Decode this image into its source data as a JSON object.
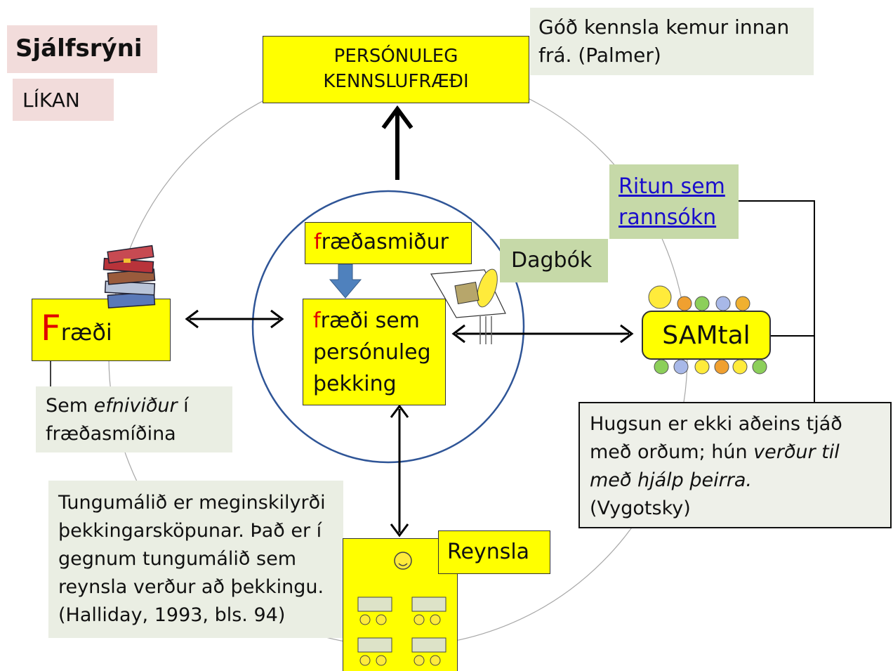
{
  "title": "Sjálfsrýni",
  "subtitle": "LÍKAN",
  "top_box": {
    "line1": "PERSÓNULEG",
    "line2": "KENNSLUFRÆÐI"
  },
  "quote_palmer": {
    "line1": "Góð kennsla kemur innan",
    "line2": "frá. (Palmer)"
  },
  "center_top": {
    "initial": "f",
    "rest": "ræðasmiður"
  },
  "center_main": {
    "initial": "f",
    "rest": "ræði sem",
    "line2": "persónuleg",
    "line3": "þekking"
  },
  "left_box": {
    "initial": "F",
    "rest": "ræði"
  },
  "left_note": {
    "pre": "Sem ",
    "em": "efniviður",
    "post": " í",
    "line2": "fræðasmíðina"
  },
  "dagbok": "Dagbók",
  "ritun": {
    "line1": "Ritun sem",
    "line2": "rannsókn"
  },
  "samtal": "SAMtal",
  "vygotsky": {
    "line1": "Hugsun er ekki aðeins tjáð",
    "line2_pre": "með orðum; hún ",
    "line2_em": "verður til",
    "line3_em": "með hjálp þeirra.",
    "line4": "(Vygotsky)"
  },
  "halliday": {
    "line1": "Tungumálið er meginskilyrði",
    "line2": "þekkingarsköpunar. Það er í",
    "line3": "gegnum tungumálið sem",
    "line4": "reynsla verður að þekkingu.",
    "line5": "(Halliday, 1993, bls. 94)"
  },
  "reynsla": "Reynsla",
  "colors": {
    "yellow": "#ffff00",
    "red": "#e00000",
    "ring": "#2f5597",
    "green": "#c6d9a8",
    "pink": "#f2dcdb",
    "link": "#1a0dcc"
  },
  "icons": [
    "books-icon",
    "typewriter-icon",
    "smiley-icon",
    "people-group-icon",
    "classroom-desks-icon"
  ]
}
